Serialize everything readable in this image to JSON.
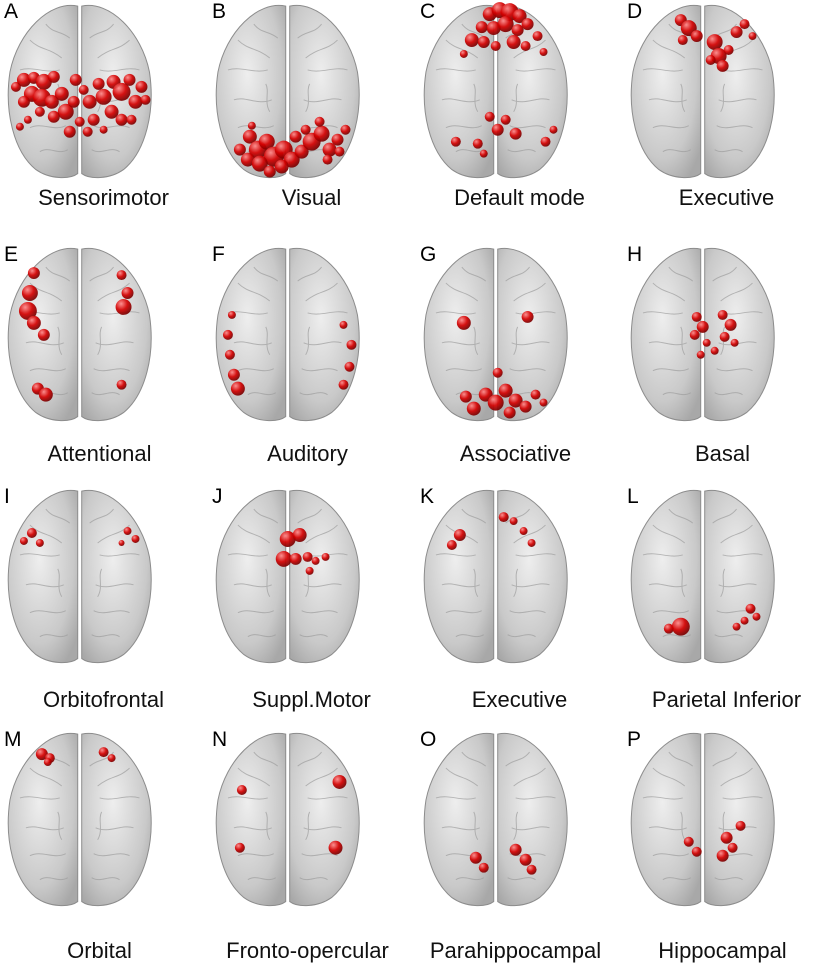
{
  "figure": {
    "panels": [
      {
        "letter": "A",
        "caption": "Sensorimotor",
        "network": "sensorimotor"
      },
      {
        "letter": "B",
        "caption": "Visual",
        "network": "visual"
      },
      {
        "letter": "C",
        "caption": "Default mode",
        "network": "default-mode"
      },
      {
        "letter": "D",
        "caption": "Executive",
        "network": "executive"
      },
      {
        "letter": "E",
        "caption": "Attentional",
        "network": "attentional"
      },
      {
        "letter": "F",
        "caption": "Auditory",
        "network": "auditory"
      },
      {
        "letter": "G",
        "caption": "Associative",
        "network": "associative"
      },
      {
        "letter": "H",
        "caption": "Basal",
        "network": "basal"
      },
      {
        "letter": "I",
        "caption": "Orbitofrontal",
        "network": "orbitofrontal"
      },
      {
        "letter": "J",
        "caption": "Suppl.Motor",
        "network": "suppl-motor"
      },
      {
        "letter": "K",
        "caption": "Executive",
        "network": "executive-2"
      },
      {
        "letter": "L",
        "caption": "Parietal Inferior",
        "network": "parietal-inferior"
      },
      {
        "letter": "M",
        "caption": "Orbital",
        "network": "orbital"
      },
      {
        "letter": "N",
        "caption": "Fronto-opercular",
        "network": "fronto-opercular"
      },
      {
        "letter": "O",
        "caption": "Parahippocampal",
        "network": "parahippocampal"
      },
      {
        "letter": "P",
        "caption": "Hippocampal",
        "network": "hippocampal"
      }
    ]
  },
  "colors": {
    "node": "#d40000",
    "node_highlight": "#ff8a8a",
    "brain_fill": "#c9c9c9",
    "brain_stroke": "#8c8c8c",
    "background": "#ffffff"
  }
}
